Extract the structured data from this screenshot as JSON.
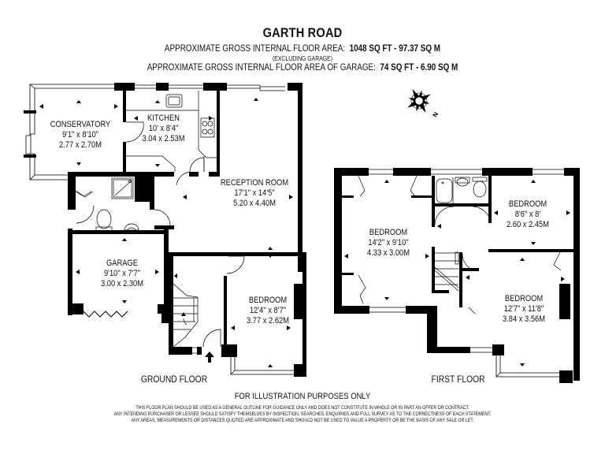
{
  "header": {
    "title": "GARTH ROAD",
    "area_label": "APPROXIMATE GROSS INTERNAL FLOOR AREA:",
    "area_value": "1048 SQ FT  -  97.37 SQ M",
    "area_note": "(EXCLUDING GARAGE)",
    "garage_label": "APPROXIMATE GROSS INTERNAL FLOOR AREA OF GARAGE:",
    "garage_value": "74 SQ FT  -  6.90 SQ M"
  },
  "compass": {
    "icon": "compass-rose-icon",
    "north_label": "N"
  },
  "ground_floor": {
    "label": "GROUND FLOOR",
    "rooms": [
      {
        "name": "CONSERVATORY",
        "imperial": "9'1\" x 8'10\"",
        "metric": "2.77 x 2.70M"
      },
      {
        "name": "KITCHEN",
        "imperial": "10' x 8'4\"",
        "metric": "3.04 x 2.53M"
      },
      {
        "name": "RECEPTION ROOM",
        "imperial": "17'1\" x 14'5\"",
        "metric": "5.20 x 4.40M"
      },
      {
        "name": "GARAGE",
        "imperial": "9'10\" x 7'7\"",
        "metric": "3.00 x 2.30M"
      },
      {
        "name": "BEDROOM",
        "imperial": "12'4\" x 8'7\"",
        "metric": "3.77 x 2.62M"
      }
    ]
  },
  "first_floor": {
    "label": "FIRST FLOOR",
    "rooms": [
      {
        "name": "BEDROOM",
        "imperial": "14'2\" x 9'10\"",
        "metric": "4.33 x 3.00M"
      },
      {
        "name": "BEDROOM",
        "imperial": "8'6\" x 8'",
        "metric": "2.60 x 2.45M"
      },
      {
        "name": "BEDROOM",
        "imperial": "12'7\" x 11'8\"",
        "metric": "3.84 x 3.56M"
      }
    ]
  },
  "footer": {
    "illustration": "FOR ILLUSTRATION PURPOSES ONLY",
    "disclaimer": [
      "THIS FLOOR PLAN SHOULD BE USED AS A GENERAL OUTLINE FOR GUIDANCE ONLY AND DOES NOT CONSTITUTE IN WHOLE OR IN PART AN OFFER OR CONTRACT.",
      "ANY INTENDING PURCHASER OR LESSEE SHOULD SATISFY THEMSELVES BY INSPECTION, SEARCHES, ENQUIRIES AND FULL SURVEY AS TO THE CORRECTNESS OF EACH STATEMENT.",
      "ANY AREAS, MEASUREMENTS OR DISTANCES QUOTED ARE APPROXIMATE AND SHOULD NOT BE USED TO VALUE A PROPERTY OR BE THE BASIS OF ANY SALE OR LET."
    ]
  }
}
